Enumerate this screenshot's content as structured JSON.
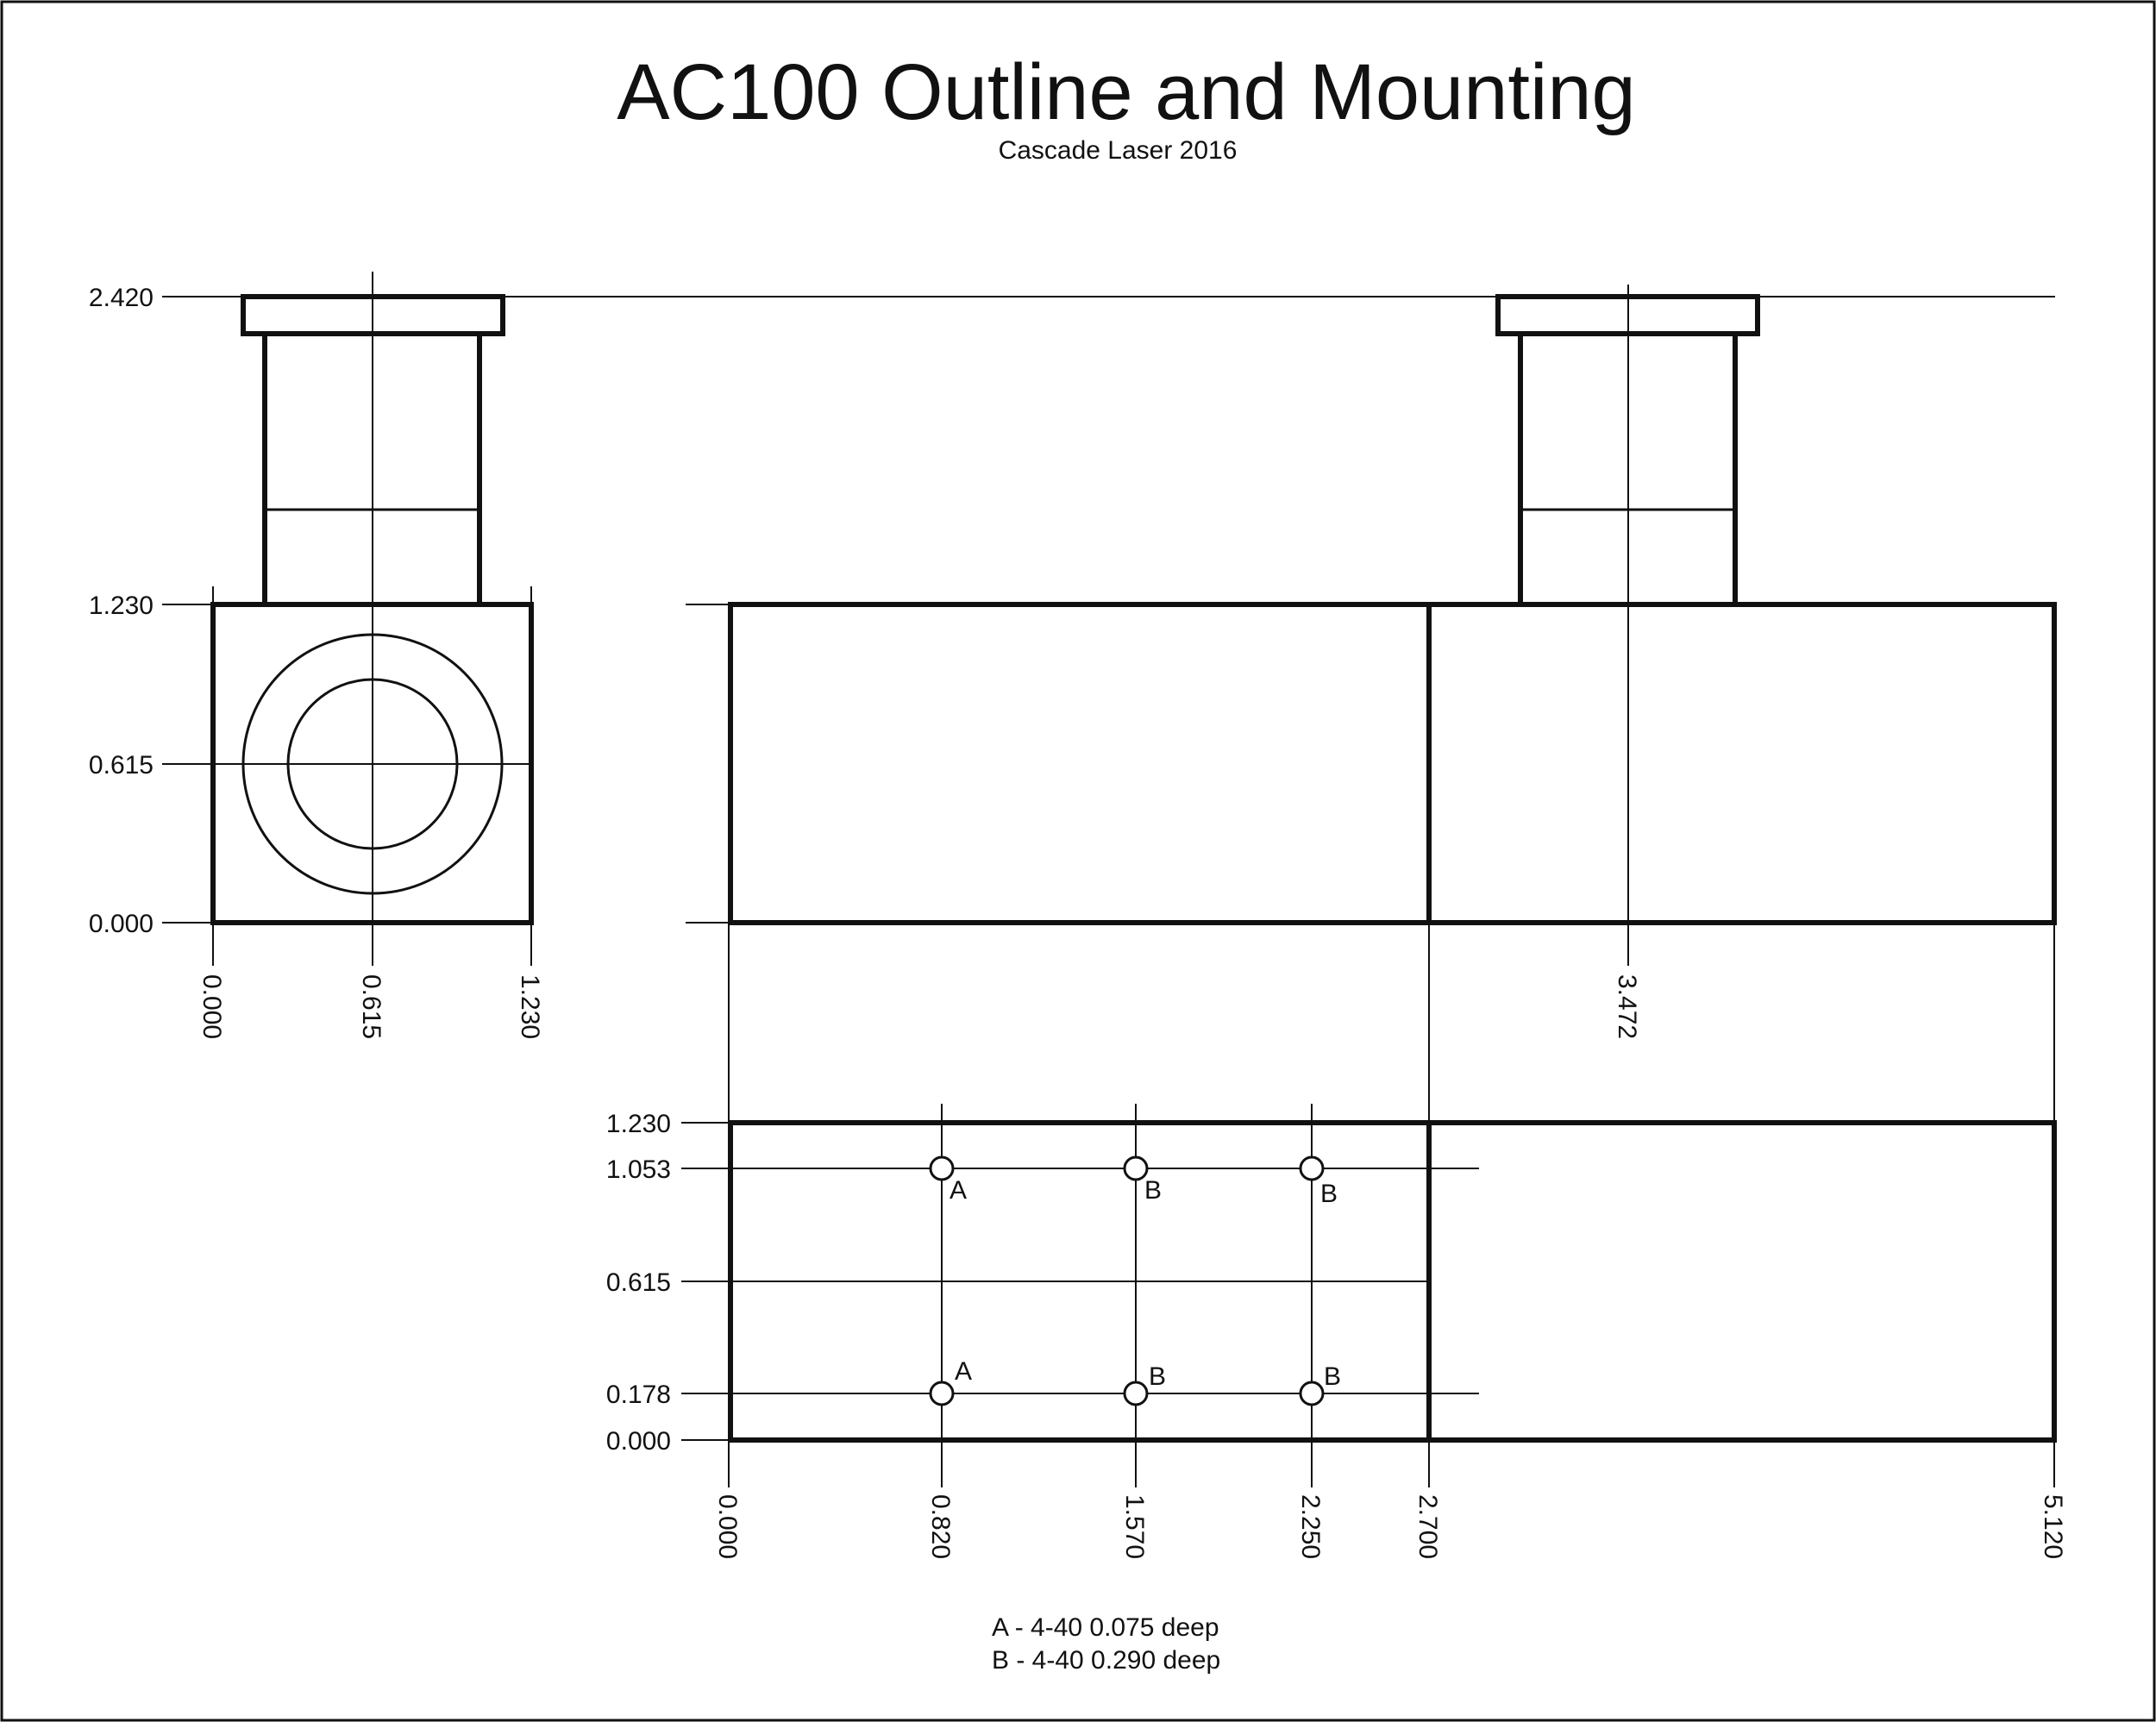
{
  "title": "AC100 Outline and Mounting",
  "subtitle": "Cascade Laser 2016",
  "front_view": {
    "y_dims": [
      "2.420",
      "1.230",
      "0.615",
      "0.000"
    ],
    "x_dims": [
      "0.000",
      "0.615",
      "1.230"
    ]
  },
  "side_view": {
    "x_dims": [
      "3.472"
    ]
  },
  "bottom_view": {
    "y_dims": [
      "1.230",
      "1.053",
      "0.615",
      "0.178",
      "0.000"
    ],
    "x_dims": [
      "0.000",
      "0.820",
      "1.570",
      "2.250",
      "2.700",
      "5.120"
    ],
    "holes": [
      {
        "label": "A"
      },
      {
        "label": "B"
      },
      {
        "label": "B"
      },
      {
        "label": "A"
      },
      {
        "label": "B"
      },
      {
        "label": "B"
      }
    ]
  },
  "notes": [
    "A - 4-40  0.075 deep",
    "B - 4-40  0.290 deep"
  ],
  "colors": {
    "line": "#111111",
    "background": "#ffffff"
  }
}
